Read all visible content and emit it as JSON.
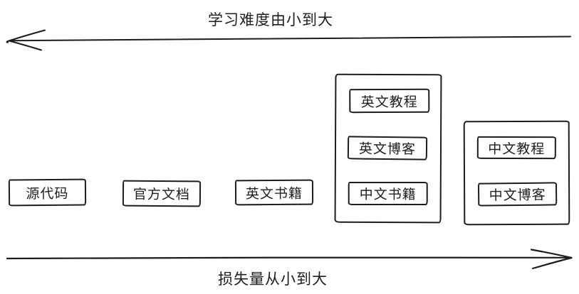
{
  "diagram": {
    "top_axis": {
      "label": "学习难度由小到大",
      "direction": "left"
    },
    "bottom_axis": {
      "label": "损失量从小到大",
      "direction": "right"
    },
    "standalone_boxes": [
      {
        "label": "源代码"
      },
      {
        "label": "官方文档"
      },
      {
        "label": "英文书籍"
      }
    ],
    "groups": [
      {
        "name": "english-group",
        "items": [
          {
            "label": "英文教程"
          },
          {
            "label": "英文博客"
          },
          {
            "label": "中文书籍"
          }
        ]
      },
      {
        "name": "chinese-group",
        "items": [
          {
            "label": "中文教程"
          },
          {
            "label": "中文博客"
          }
        ]
      }
    ],
    "colors": {
      "stroke": "#1c1c1c",
      "background": "#ffffff"
    }
  }
}
